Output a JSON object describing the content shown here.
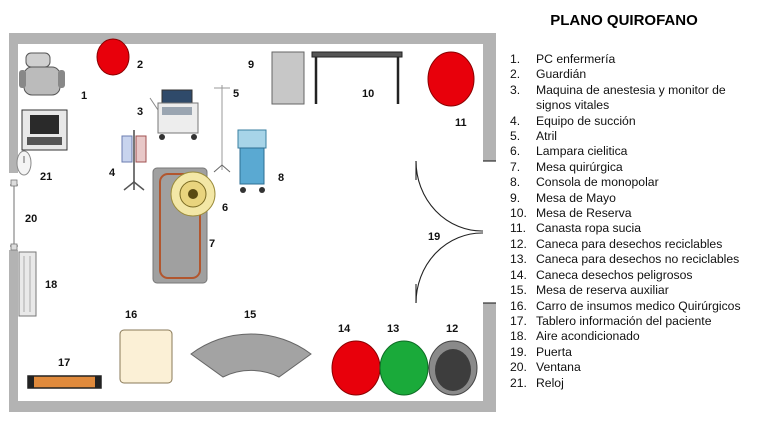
{
  "title": "PLANO QUIROFANO",
  "legend": [
    {
      "n": "1.",
      "label": "PC enfermería"
    },
    {
      "n": "2.",
      "label": "Guardián"
    },
    {
      "n": "3.",
      "label": "Maquina de anestesia y monitor de signos vitales"
    },
    {
      "n": "4.",
      "label": "Equipo de succión"
    },
    {
      "n": "5.",
      "label": "Atril"
    },
    {
      "n": "6.",
      "label": "Lampara cielitica"
    },
    {
      "n": "7.",
      "label": "Mesa quirúrgica"
    },
    {
      "n": "8.",
      "label": "Consola de monopolar"
    },
    {
      "n": "9.",
      "label": "Mesa de Mayo"
    },
    {
      "n": "10.",
      "label": "Mesa de Reserva"
    },
    {
      "n": "11.",
      "label": "Canasta ropa sucia"
    },
    {
      "n": "12.",
      "label": "Caneca para desechos reciclables"
    },
    {
      "n": "13.",
      "label": "Caneca para desechos no reciclables"
    },
    {
      "n": "14.",
      "label": "Caneca desechos peligrosos"
    },
    {
      "n": "15.",
      "label": "Mesa de reserva auxiliar"
    },
    {
      "n": "16.",
      "label": "Carro de insumos medico Quirúrgicos"
    },
    {
      "n": "17.",
      "label": "Tablero información del paciente"
    },
    {
      "n": "18.",
      "label": "Aire acondicionado"
    },
    {
      "n": "19.",
      "label": "Puerta"
    },
    {
      "n": "20.",
      "label": "Ventana"
    },
    {
      "n": "21.",
      "label": "Reloj"
    }
  ],
  "markers": [
    "1",
    "2",
    "3",
    "4",
    "5",
    "6",
    "7",
    "8",
    "9",
    "10",
    "11",
    "12",
    "13",
    "14",
    "15",
    "16",
    "17",
    "18",
    "19",
    "20",
    "21"
  ],
  "colors": {
    "wall": "#b3b3b3",
    "bin_red": "#e8000b",
    "bin_green": "#1aaa3a",
    "bin_gray": "#555555",
    "board_orange": "#e08a3c",
    "cart_cream": "#fbf0d6",
    "table_gray": "#a0a0a0"
  }
}
